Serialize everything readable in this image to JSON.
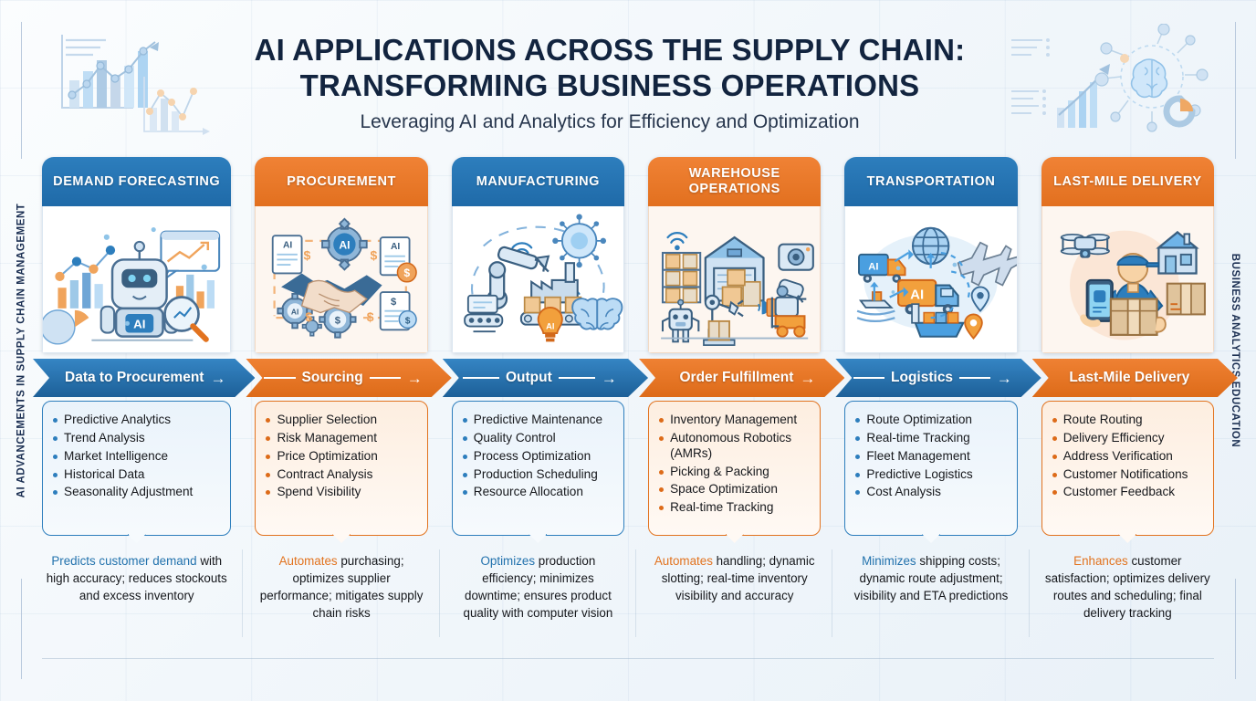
{
  "header": {
    "title_line1": "AI Applications Across the Supply Chain:",
    "title_line2": "Transforming Business Operations",
    "subtitle": "Leveraging AI and Analytics for Efficiency and Optimization",
    "left_art": "bar-line-chart-icon",
    "right_art": "ai-brain-network-icon"
  },
  "side_labels": {
    "left": "AI ADVANCEMENTS IN SUPPLY CHAIN MANAGEMENT",
    "right": "BUSINESS ANALYTICS EDUCATION"
  },
  "colors": {
    "blue": "#2d7ebd",
    "blue_dark": "#1d6098",
    "orange": "#ef8133",
    "orange_dark": "#dd6b19",
    "title_navy": "#12243f"
  },
  "stages": [
    {
      "id": "demand-forecasting",
      "theme": "blue",
      "header": "DEMAND FORECASTING",
      "illustration": "ai-robot-analytics-icon",
      "arrow_label": "Data to Procurement",
      "arrow_style": "label-then-arrow",
      "bullets": [
        "Predictive Analytics",
        "Trend Analysis",
        "Market Intelligence",
        "Historical Data",
        "Seasonality Adjustment"
      ],
      "desc_lead": "Predicts customer demand",
      "desc_rest": " with high accuracy; reduces stockouts and excess inventory"
    },
    {
      "id": "procurement",
      "theme": "orange",
      "header": "PROCUREMENT",
      "illustration": "handshake-contracts-gears-icon",
      "arrow_label": "Sourcing",
      "arrow_style": "dashes-both",
      "bullets": [
        "Supplier Selection",
        "Risk Management",
        "Price Optimization",
        "Contract Analysis",
        "Spend Visibility"
      ],
      "desc_lead": "Automates",
      "desc_rest": " purchasing; optimizes supplier performance; mitigates supply chain risks"
    },
    {
      "id": "manufacturing",
      "theme": "blue",
      "header": "MANUFACTURING",
      "illustration": "robotic-arm-factory-brain-icon",
      "arrow_label": "Output",
      "arrow_style": "dashes-both",
      "bullets": [
        "Predictive Maintenance",
        "Quality Control",
        "Process Optimization",
        "Production Scheduling",
        "Resource Allocation"
      ],
      "desc_lead": "Optimizes",
      "desc_rest": " production efficiency; minimizes downtime; ensures product quality with computer vision"
    },
    {
      "id": "warehouse-operations",
      "theme": "orange",
      "header": "WAREHOUSE OPERATIONS",
      "illustration": "warehouse-forklift-robot-icon",
      "arrow_label": "Order Fulfillment",
      "arrow_style": "label-then-arrow",
      "bullets": [
        "Inventory Management",
        "Autonomous Robotics (AMRs)",
        "Picking & Packing",
        "Space Optimization",
        "Real-time Tracking"
      ],
      "desc_lead": "Automates",
      "desc_rest": " handling; dynamic slotting; real-time inventory visibility and accuracy"
    },
    {
      "id": "transportation",
      "theme": "blue",
      "header": "TRANSPORTATION",
      "illustration": "truck-plane-ship-globe-icon",
      "arrow_label": "Logistics",
      "arrow_style": "dashes-both",
      "bullets": [
        "Route Optimization",
        "Real-time Tracking",
        "Fleet Management",
        "Predictive Logistics",
        "Cost Analysis"
      ],
      "desc_lead": "Minimizes",
      "desc_rest": " shipping costs; dynamic route adjustment; visibility and ETA predictions"
    },
    {
      "id": "last-mile-delivery",
      "theme": "orange",
      "header": "LAST-MILE DELIVERY",
      "illustration": "courier-drone-house-parcel-icon",
      "arrow_label": "Last-Mile Delivery",
      "arrow_style": "label-only",
      "bullets": [
        "Route Routing",
        "Delivery Efficiency",
        "Address Verification",
        "Customer Notifications",
        "Customer Feedback"
      ],
      "desc_lead": "Enhances",
      "desc_rest": " customer satisfaction; optimizes delivery routes and scheduling; final delivery tracking"
    }
  ]
}
